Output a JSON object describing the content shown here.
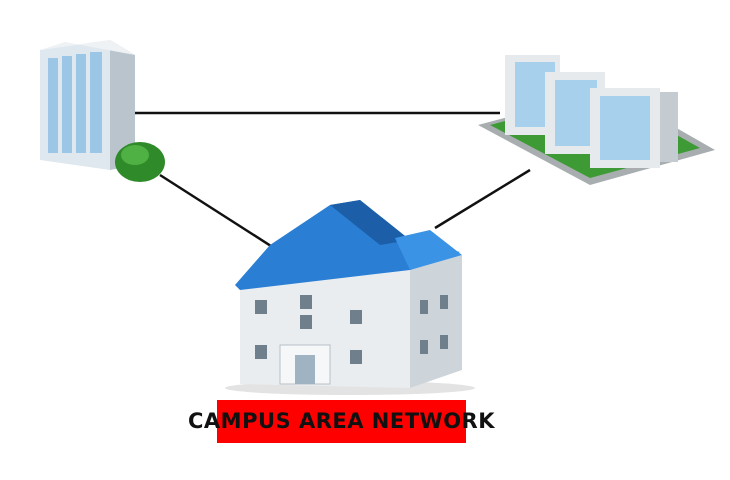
{
  "diagram": {
    "title": "CAMPUS AREA NETWORK",
    "nodes": [
      {
        "id": "office-tower",
        "kind": "building"
      },
      {
        "id": "office-complex",
        "kind": "building"
      },
      {
        "id": "main-house",
        "kind": "building"
      }
    ],
    "links": [
      [
        "office-tower",
        "office-complex"
      ],
      [
        "office-tower",
        "main-house"
      ],
      [
        "office-complex",
        "main-house"
      ]
    ],
    "colors": {
      "label_bg": "#ff0000",
      "roof": "#2a7fd4",
      "link": "#111111"
    }
  }
}
